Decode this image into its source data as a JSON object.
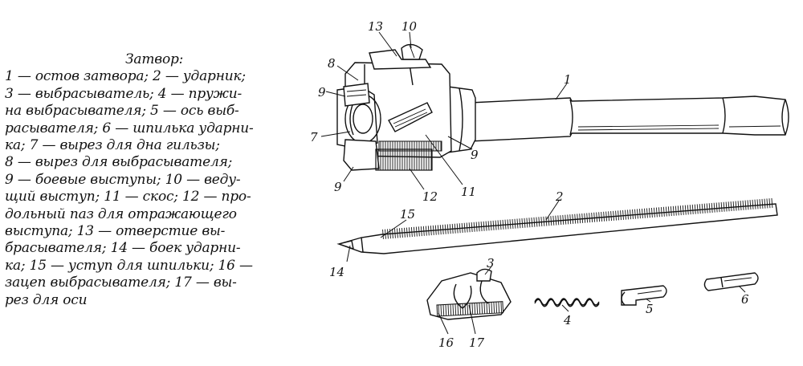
{
  "caption": {
    "lines": [
      "Затвор:",
      "1 — остов затвора; 2 — ударник;",
      "3 — выбрасыватель; 4 — пружи-",
      "на выбрасывателя; 5 — ось выб-",
      "расывателя; 6 — шпилька ударни-",
      "ка; 7 — вырез для дна гильзы;",
      "8 — вырез для выбрасывателя;",
      "9 — боевые выступы; 10 — веду-",
      "щий выступ; 11 — скос; 12 — про-",
      "дольный паз для отражающего",
      "выступа; 13 — отверстие вы-",
      "брасывателя; 14 — боек ударни-",
      "ка; 15 — уступ для шпильки; 16 —",
      "зацеп выбрасывателя; 17 — вы-",
      "рез для оси"
    ]
  },
  "callouts": [
    "1",
    "2",
    "3",
    "4",
    "5",
    "6",
    "7",
    "8",
    "9",
    "9",
    "9",
    "10",
    "11",
    "12",
    "13",
    "14",
    "15",
    "16",
    "17"
  ]
}
